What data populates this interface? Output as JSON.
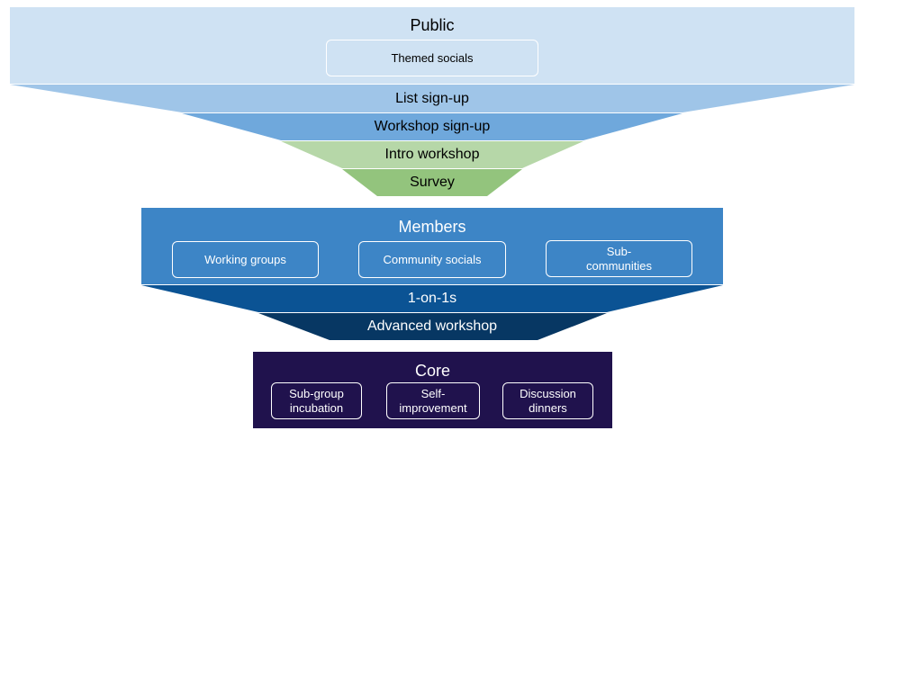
{
  "tiers": {
    "public": {
      "title": "Public",
      "color": "#cfe2f3",
      "items": [
        "Themed socials"
      ]
    },
    "members": {
      "title": "Members",
      "color": "#3d85c6",
      "items": [
        "Working groups",
        "Community socials",
        "Sub-\ncommunities"
      ]
    },
    "core": {
      "title": "Core",
      "color": "#20124d",
      "items": [
        "Sub-group\nincubation",
        "Self-\nimprovement",
        "Discussion\ndinners"
      ]
    }
  },
  "funnel_public_to_members": [
    {
      "label": "List sign-up",
      "color": "#9fc5e8",
      "text_color": "#000000"
    },
    {
      "label": "Workshop sign-up",
      "color": "#6fa8dc",
      "text_color": "#000000"
    },
    {
      "label": "Intro workshop",
      "color": "#b6d7a8",
      "text_color": "#000000"
    },
    {
      "label": "Survey",
      "color": "#93c47d",
      "text_color": "#000000"
    }
  ],
  "funnel_members_to_core": [
    {
      "label": "1-on-1s",
      "color": "#0b5394",
      "text_color": "#ffffff"
    },
    {
      "label": "Advanced workshop",
      "color": "#073763",
      "text_color": "#ffffff"
    }
  ]
}
